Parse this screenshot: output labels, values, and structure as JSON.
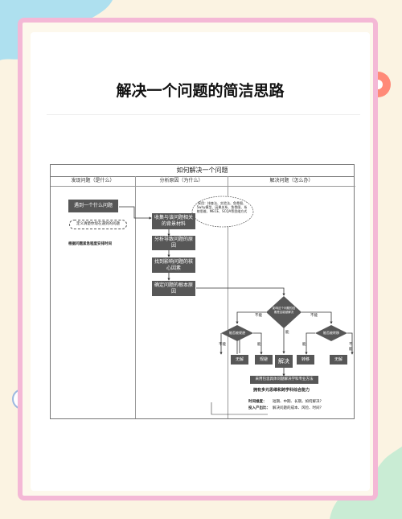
{
  "title": "解决一个问题的简洁思路",
  "diagram": {
    "title": "如何解决一个问题",
    "columns": [
      "发现问题（是什么）",
      "分析原因（为什么）",
      "解决问题（怎么办）"
    ],
    "col1": {
      "box1": "遇到一个什么问题",
      "note1": "定义清楚你现在遇到的问题",
      "note2": "根据问题紧急程度安排时间"
    },
    "col2": {
      "box1": "收集与该问题相关的背景材料",
      "box2": "分析导致问题的原因",
      "box3": "找到影响问题的核心因素",
      "box4": "确定问题的根本原因",
      "methods": "采用：排查法、实验法、鱼骨图、5why模型、因果关系、鱼骨图、系统思维、MECE、SCQA等思维方式"
    },
    "col3": {
      "decision_main": "影响这个问题的因素是否能被解决",
      "no": "不能",
      "yes": "能",
      "decision_left": "能否被规避",
      "decision_right": "能否被转移",
      "leaf_labels": [
        "无解",
        "规避",
        "解决",
        "转移",
        "无解"
      ],
      "bar": "采用包含具体问题解决学科专业方法",
      "bold": "拥有多元思维和跨学科综合能力",
      "time_label": "时间维度：",
      "time_text": "短期、中期、长期，如何解决?",
      "input_label": "投入产出比：",
      "input_text": "解决问题的成本、风险、时间？"
    }
  }
}
